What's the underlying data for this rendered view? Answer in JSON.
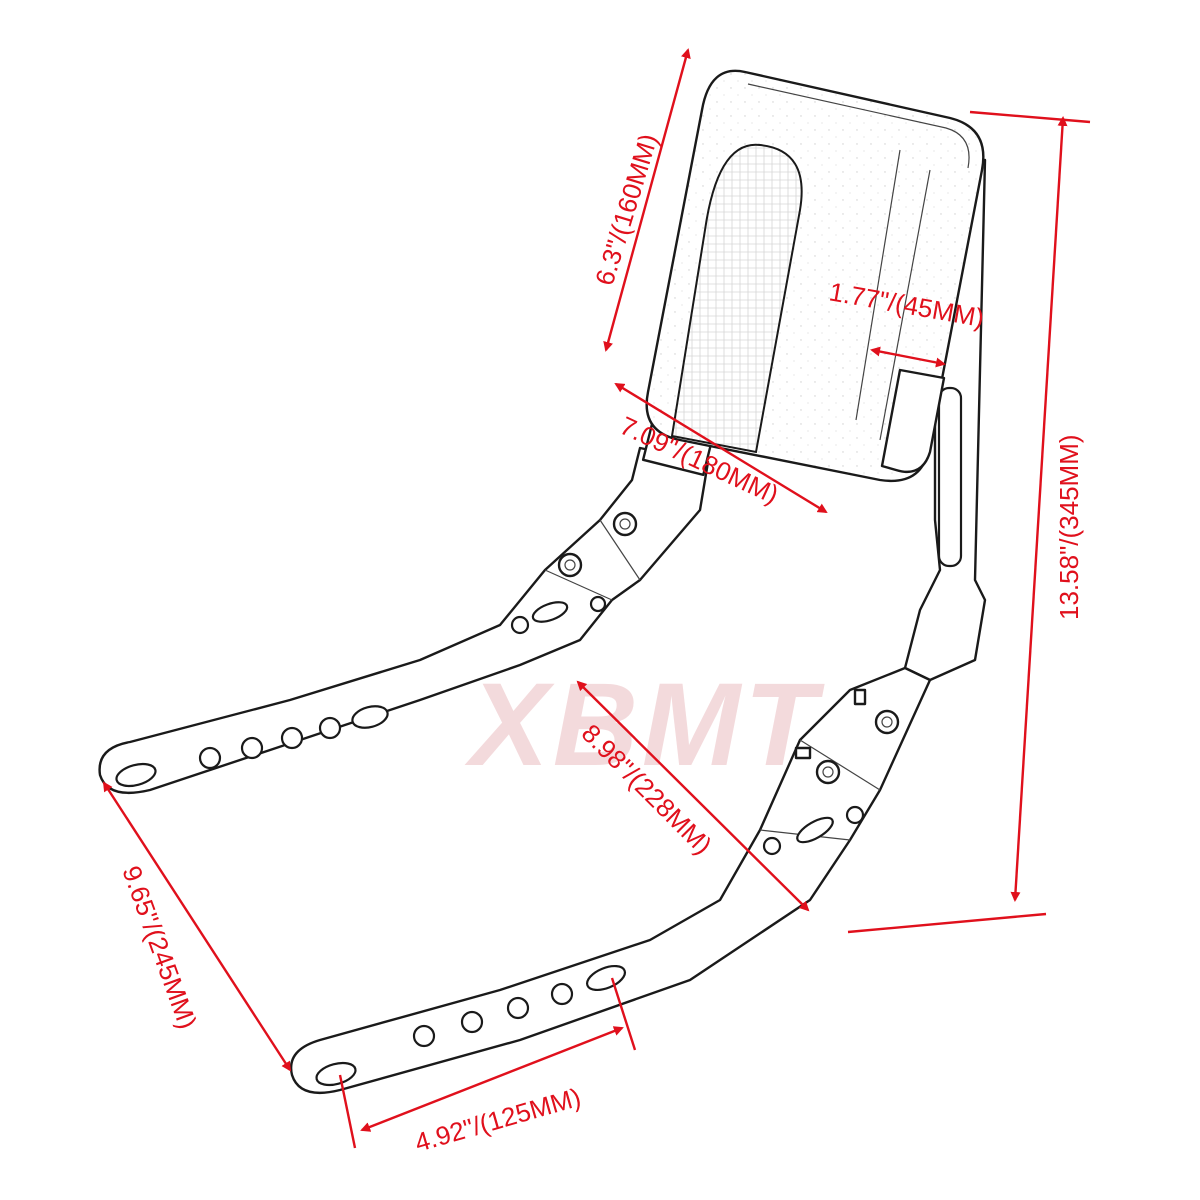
{
  "diagram": {
    "colors": {
      "dimension": "#e0101c",
      "outline": "#1a1a1a",
      "watermark": "#f2d4d6",
      "background": "#ffffff"
    },
    "watermark": {
      "text": "XBMT"
    },
    "dimensions": {
      "pad_height": "6.3\"/(160MM)",
      "pad_depth": "1.77\"/(45MM)",
      "pad_width": "7.09\"/(180MM)",
      "total_height": "13.58\"/(345MM)",
      "strut_length": "8.98\"/(228MM)",
      "base_width": "9.65\"/(245MM)",
      "hole_spacing": "4.92\"/(125MM)"
    }
  }
}
